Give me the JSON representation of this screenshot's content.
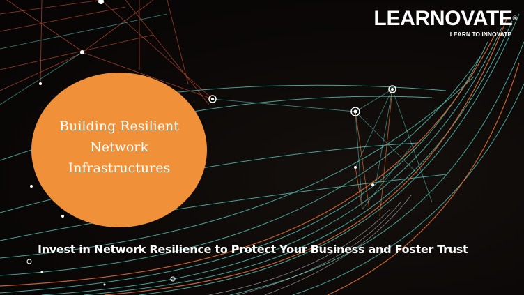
{
  "logo": {
    "wordmark": "LEARNOVATE",
    "registered_mark": "®",
    "tagline": "LEARN TO INNOVATE"
  },
  "badge": {
    "text": "Building Resilient Network Infrastructures",
    "color": "#f0913a"
  },
  "headline": "Invest in Network Resilience to Protect Your Business and Foster Trust",
  "colors": {
    "background": "#0a0706",
    "network_cyan": "#5fd6c8",
    "network_orange": "#e8743a",
    "text": "#ffffff"
  }
}
